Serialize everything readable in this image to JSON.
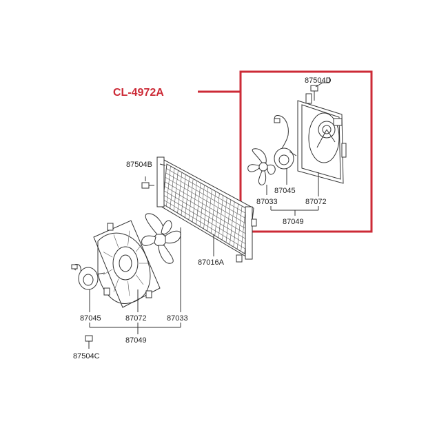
{
  "diagram": {
    "callout": {
      "code": "CL-4972A"
    },
    "colors": {
      "highlight": "#cc2a36",
      "ink": "#333333"
    },
    "parts": {
      "bolt_d": "87504D",
      "bolt_b": "87504B",
      "bolt_c": "87504C",
      "condenser": "87016A",
      "boxed_motor": "87045",
      "boxed_blade": "87033",
      "boxed_shroud": "87072",
      "boxed_assy": "87049",
      "left_motor": "87045",
      "left_shroud": "87072",
      "left_blade": "87033",
      "left_assy": "87049"
    }
  }
}
